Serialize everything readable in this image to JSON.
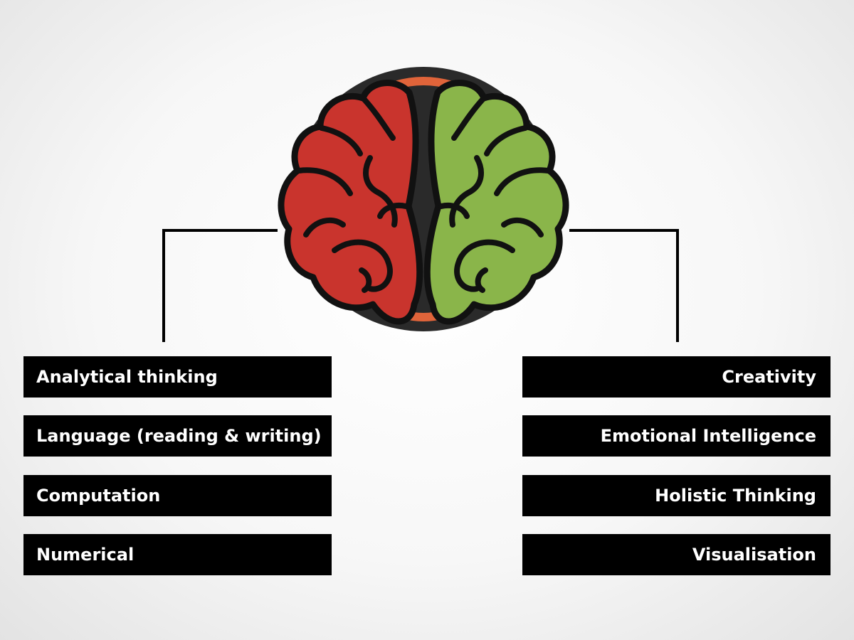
{
  "left_hemisphere": {
    "color": "#c9342d",
    "traits": [
      "Analytical thinking",
      "Language (reading & writing)",
      "Computation",
      "Numerical"
    ]
  },
  "right_hemisphere": {
    "color": "#8ab54a",
    "traits": [
      "Creativity",
      "Emotional Intelligence",
      "Holistic Thinking",
      "Visualisation"
    ]
  },
  "icons": {
    "brain": "brain-icon"
  }
}
